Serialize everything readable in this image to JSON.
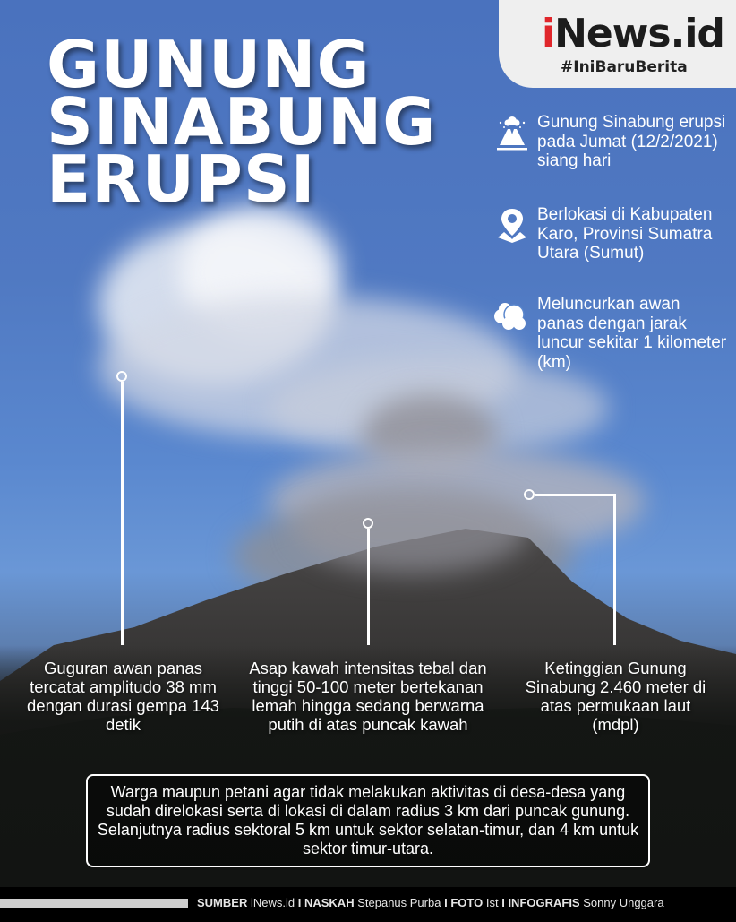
{
  "title": {
    "lines": [
      "GUNUNG",
      "SINABUNG",
      "ERUPSI"
    ]
  },
  "brand": {
    "logo_i": "i",
    "logo_rest": "News.id",
    "tagline": "#IniBaruBerita",
    "accent_red": "#e0262b",
    "card_bg": "#efefef"
  },
  "facts": [
    {
      "icon": "volcano-icon",
      "text": "Gunung Sinabung erupsi pada Jumat (12/2/2021) siang hari"
    },
    {
      "icon": "location-pin-icon",
      "text": "Berlokasi di Kabupaten Karo, Provinsi Sumatra Utara (Sumut)"
    },
    {
      "icon": "cloud-icon",
      "text": "Meluncurkan awan panas dengan jarak luncur sekitar 1 kilometer (km)"
    }
  ],
  "callouts": [
    {
      "text": "Guguran awan panas tercatat amplitudo 38 mm dengan durasi gempa 143 detik"
    },
    {
      "text": "Asap kawah intensitas tebal dan tinggi 50-100 meter bertekanan lemah hingga sedang berwarna putih di atas puncak kawah"
    },
    {
      "text": "Ketinggian Gunung Sinabung 2.460 meter di atas permukaan laut (mdpl)"
    }
  ],
  "notice": {
    "text": "Warga maupun petani agar tidak melakukan aktivitas di desa-desa yang sudah direlokasi serta di lokasi di dalam radius 3 km dari puncak gunung. Selanjutnya radius sektoral 5 km untuk sektor selatan-timur, dan 4 km untuk sektor timur-utara."
  },
  "footer": {
    "credits": [
      {
        "label": "SUMBER",
        "value": "iNews.id"
      },
      {
        "label": "NASKAH",
        "value": "Stepanus Purba"
      },
      {
        "label": "FOTO",
        "value": "Ist"
      },
      {
        "label": "INFOGRAFIS",
        "value": "Sonny Unggara"
      }
    ],
    "separator": "I"
  }
}
